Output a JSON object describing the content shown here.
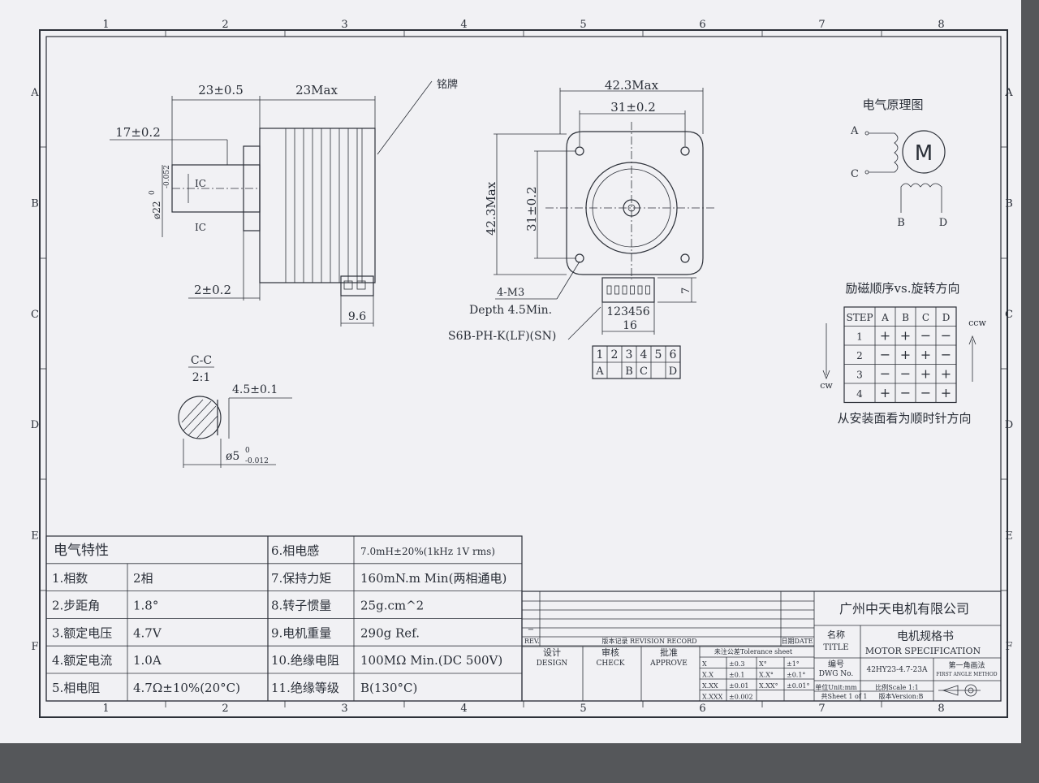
{
  "border_columns": [
    "1",
    "2",
    "3",
    "4",
    "5",
    "6",
    "7",
    "8"
  ],
  "border_rows": [
    "A",
    "B",
    "C",
    "D",
    "E",
    "F"
  ],
  "side_view": {
    "dim_shaft_len": "23±0.5",
    "dim_body_len": "23Max",
    "nameplate_label": "铭牌",
    "dim_flat_len": "17±0.2",
    "dim_boss_height": "2±0.2",
    "dim_connector": "9.6",
    "shaft_diameter": "ø22",
    "shaft_tol_upper": "0",
    "shaft_tol_lower": "-0.052",
    "section_mark_top": "IC",
    "section_mark_bottom": "IC"
  },
  "section_view": {
    "title": "C-C",
    "scale": "2:1",
    "dim_flat": "4.5±0.1",
    "dim_diameter": "ø5",
    "dia_tol_upper": "0",
    "dia_tol_lower": "-0.012"
  },
  "front_view": {
    "dim_width": "42.3Max",
    "dim_hole_spacing_h": "31±0.2",
    "dim_height": "42.3Max",
    "dim_hole_spacing_v": "31±0.2",
    "screw_spec": "4-M3",
    "screw_depth": "Depth 4.5Min.",
    "connector_pins": "123456",
    "connector_width": "16",
    "connector_height": "7",
    "connector_model": "S6B-PH-K(LF)(SN)"
  },
  "pin_table": {
    "numbers": [
      "1",
      "2",
      "3",
      "4",
      "5",
      "6"
    ],
    "phases": [
      "A",
      "",
      "B",
      "C",
      "",
      "D"
    ]
  },
  "schematic": {
    "title": "电气原理图",
    "motor": "M",
    "lead_a": "A",
    "lead_c": "C",
    "lead_b": "B",
    "lead_d": "D"
  },
  "step_table": {
    "title": "励磁顺序vs.旋转方向",
    "headers": [
      "STEP",
      "A",
      "B",
      "C",
      "D"
    ],
    "rows": [
      [
        "1",
        "+",
        "+",
        "−",
        "−"
      ],
      [
        "2",
        "−",
        "+",
        "+",
        "−"
      ],
      [
        "3",
        "−",
        "−",
        "+",
        "+"
      ],
      [
        "4",
        "+",
        "−",
        "−",
        "+"
      ]
    ],
    "ccw": "ccw",
    "cw": "cw",
    "note": "从安装面看为顺时针方向"
  },
  "spec_table": {
    "header": "电气特性",
    "left": [
      {
        "label": "1.相数",
        "value": "2相"
      },
      {
        "label": "2.步距角",
        "value": "1.8°"
      },
      {
        "label": "3.额定电压",
        "value": "4.7V"
      },
      {
        "label": "4.额定电流",
        "value": "1.0A"
      },
      {
        "label": "5.相电阻",
        "value": "4.7Ω±10%(20°C)"
      }
    ],
    "right": [
      {
        "label": "6.相电感",
        "value": "7.0mH±20%(1kHz 1V rms)"
      },
      {
        "label": "7.保持力矩",
        "value": "160mN.m Min(两相通电)"
      },
      {
        "label": "8.转子惯量",
        "value": "25g.cm^2"
      },
      {
        "label": "9.电机重量",
        "value": "290g Ref."
      },
      {
        "label": "10.绝缘电阻",
        "value": "100MΩ Min.(DC 500V)"
      },
      {
        "label": "11.绝缘等级",
        "value": "B(130°C)"
      }
    ]
  },
  "title_block": {
    "company": "广州中天电机有限公司",
    "name_label": "名称",
    "title_label": "TITLE",
    "doc_title_cn": "电机规格书",
    "doc_title_en": "MOTOR SPECIFICATION",
    "rev_label": "REV.",
    "revision_record": "版本记录 REVISION RECORD",
    "date_label": "日期DATE",
    "rev_dash": "−",
    "design": "设计",
    "design_en": "DESIGN",
    "check": "审核",
    "check_en": "CHECK",
    "approve": "批准",
    "approve_en": "APPROVE",
    "tolerance_title": "未注公差Tolerance sheet",
    "tolerances": [
      [
        "X",
        "±0.3",
        "X°",
        "±1°"
      ],
      [
        "X.X",
        "±0.1",
        "X.X°",
        "±0.1°"
      ],
      [
        "X.XX",
        "±0.01",
        "X.XX°",
        "±0.01°"
      ],
      [
        "X.XXX",
        "±0.002",
        "",
        ""
      ]
    ],
    "dwg_label": "编号",
    "dwg_label_en": "DWG No.",
    "dwg_no": "42HY23-4.7-23A",
    "projection": "第一角画法",
    "projection_en": "FIRST ANGLE METHOD",
    "unit": "单位Unit:mm",
    "scale": "比例Scale 1:1",
    "sheet": "共Sheet 1 of 1",
    "version": "版本Version:B"
  }
}
